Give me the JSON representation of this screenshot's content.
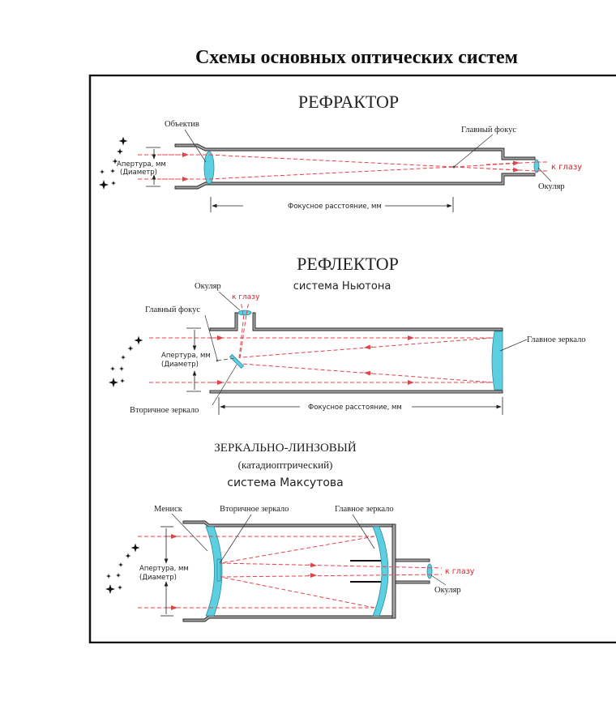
{
  "page": {
    "title": "Схемы основных оптических систем"
  },
  "refractor": {
    "title": "РЕФРАКТОР",
    "labels": {
      "objective": "Объектив",
      "aperture": "Апертура, мм",
      "diameter": "(Диаметр)",
      "main_focus": "Главный фокус",
      "to_eye": "к глазу",
      "eyepiece": "Окуляр",
      "focal_length": "Фокусное расстояние, мм"
    }
  },
  "reflector": {
    "title": "РЕФЛЕКТОР",
    "subtitle": "система Ньютона",
    "labels": {
      "eyepiece": "Окуляр",
      "to_eye": "к глазу",
      "main_focus": "Главный фокус",
      "aperture": "Апертура, мм",
      "diameter": "(Диаметр)",
      "secondary_mirror": "Вторичное зеркало",
      "focal_length": "Фокусное расстояние, мм",
      "primary_mirror": "Главное зеркало"
    }
  },
  "catadioptric": {
    "title": "ЗЕРКАЛЬНО-ЛИНЗОВЫЙ",
    "subtitle": "(катадиоптрический)",
    "system": "система Максутова",
    "labels": {
      "meniscus": "Мениск",
      "secondary_mirror": "Вторичное зеркало",
      "primary_mirror": "Главное зеркало",
      "aperture": "Апертура, мм",
      "diameter": "(Диаметр)",
      "to_eye": "к глазу",
      "eyepiece": "Окуляр"
    }
  },
  "colors": {
    "glass": "#5ccfe0",
    "ray": "#e0454a",
    "to_eye_text": "#d6242b",
    "tube": "#a6a6a6"
  }
}
